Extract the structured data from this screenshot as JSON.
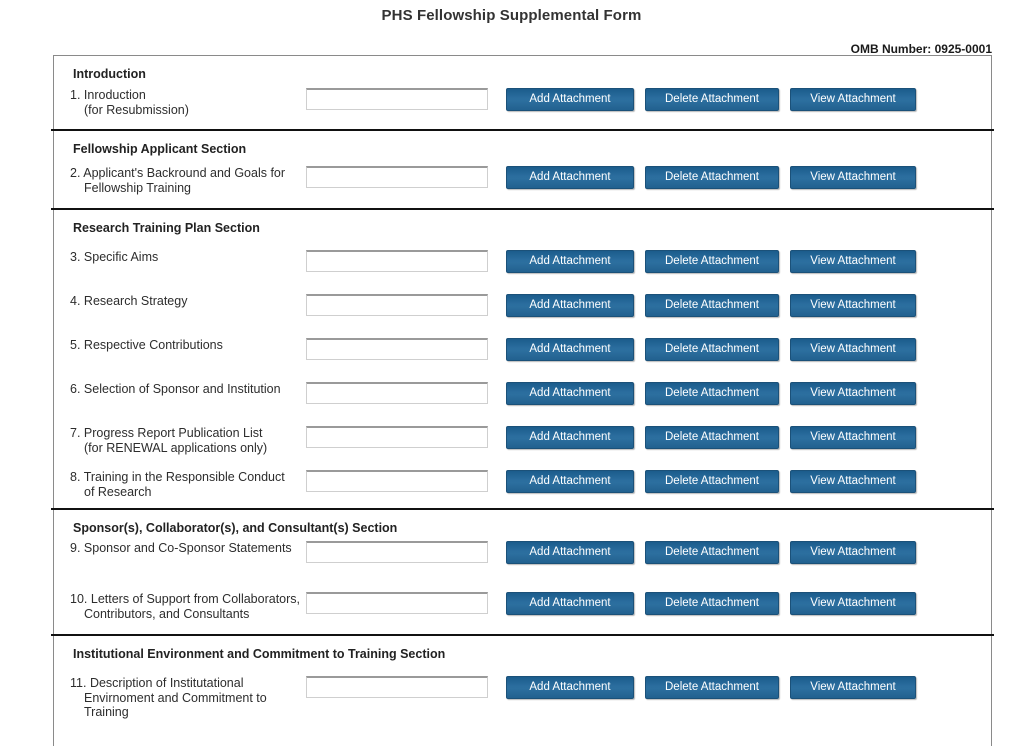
{
  "header": {
    "title": "PHS Fellowship Supplemental Form",
    "omb": "OMB Number: 0925-0001"
  },
  "buttons": {
    "add": "Add Attachment",
    "delete": "Delete Attachment",
    "view": "View Attachment"
  },
  "field_value": "",
  "field_placeholder": "",
  "sections": [
    {
      "title": "Introduction",
      "rows": [
        {
          "num": "1.",
          "line1": "Inroduction",
          "line2": "(for Resubmission)"
        }
      ]
    },
    {
      "title": "Fellowship Applicant Section",
      "rows": [
        {
          "num": "2.",
          "line1": "Applicant's Backround and Goals for",
          "line2": "Fellowship Training"
        }
      ]
    },
    {
      "title": "Research Training Plan Section",
      "rows": [
        {
          "num": "3.",
          "line1": "Specific Aims",
          "line2": ""
        },
        {
          "num": "4.",
          "line1": "Research Strategy",
          "line2": ""
        },
        {
          "num": "5.",
          "line1": "Respective Contributions",
          "line2": ""
        },
        {
          "num": "6.",
          "line1": "Selection of Sponsor and Institution",
          "line2": ""
        },
        {
          "num": "7.",
          "line1": "Progress Report Publication List",
          "line2": "(for RENEWAL applications only)"
        },
        {
          "num": "8.",
          "line1": "Training in the Responsible Conduct",
          "line2": "of Research"
        }
      ]
    },
    {
      "title": "Sponsor(s), Collaborator(s), and Consultant(s) Section",
      "rows": [
        {
          "num": "9.",
          "line1": "Sponsor and Co-Sponsor Statements",
          "line2": ""
        },
        {
          "num": "10.",
          "line1": "Letters of Support from Collaborators,",
          "line2": "Contributors, and Consultants"
        }
      ]
    },
    {
      "title": "Institutional Environment and Commitment to Training Section",
      "rows": [
        {
          "num": "11.",
          "line1": "Description of Institutational",
          "line2": "Envirnoment and Commitment to",
          "line3": "Training"
        }
      ]
    }
  ],
  "colors": {
    "button_blue": "#2a6d9e",
    "button_border": "#1b5179",
    "divider": "#111111",
    "frame_border": "#8a8a8a"
  }
}
